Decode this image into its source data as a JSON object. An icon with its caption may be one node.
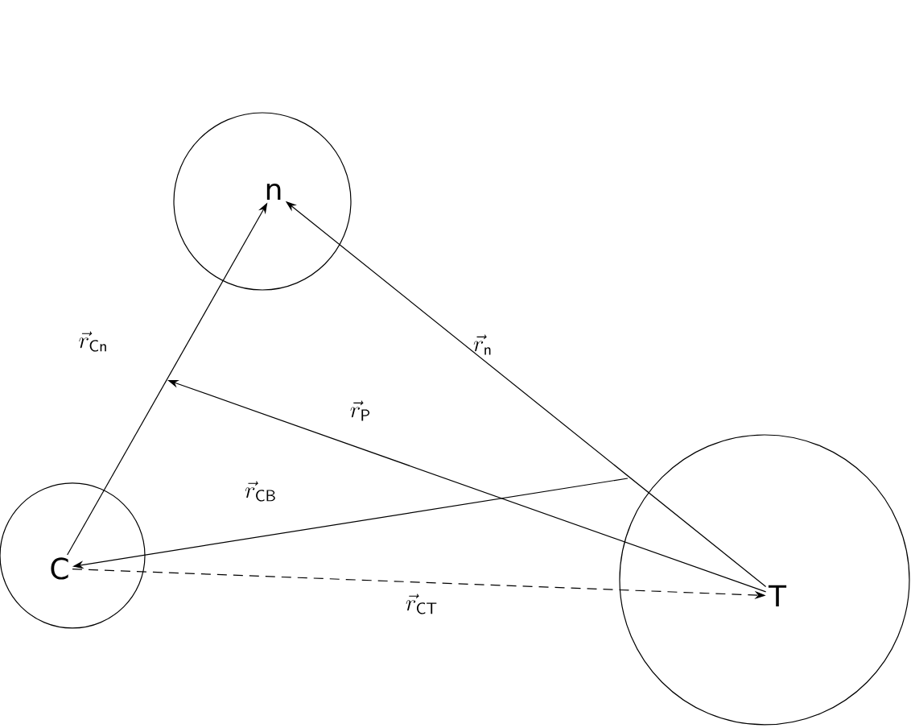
{
  "diagram": {
    "nodes": [
      {
        "text": [],
        "shape": "circle"
      },
      {
        "text": [
          "n"
        ],
        "in": 0
      },
      {
        "text": [],
        "shape": "circle"
      },
      {
        "text": [
          "C"
        ],
        "in": 2
      },
      {
        "text": [],
        "shape": "circle"
      },
      {
        "text": [
          "T"
        ],
        "in": 4
      }
    ],
    "edges": [
      {
        "from": 3,
        "to": 1,
        "arrow": "to",
        "label": "\\vec{r}_{\\mathsf{Cn}}"
      },
      {
        "from": 5,
        "to": 1,
        "arrow": "to",
        "label": "\\vec{r}_{\\mathsf{n}}"
      },
      {
        "from": 5,
        "to": null,
        "arrow": "to",
        "label": "\\vec{r}_{\\mathsf{P}}"
      },
      {
        "from": null,
        "to": 3,
        "arrow": "to",
        "label": "\\vec{r}_{\\mathsf{CB}}"
      },
      {
        "from": 3,
        "to": 5,
        "arrow": "to",
        "label": "\\vec{r}_{\\mathsf{CT}}",
        "style": "dashed"
      }
    ]
  }
}
